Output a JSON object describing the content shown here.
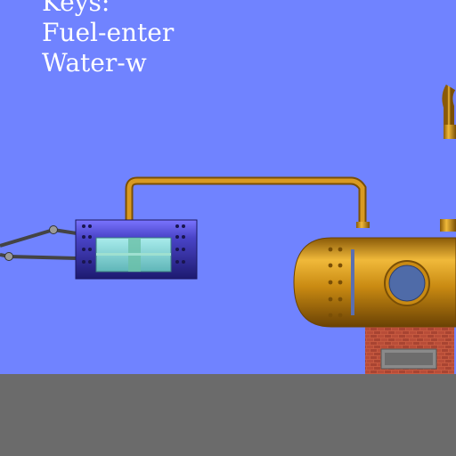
{
  "hud": {
    "keys_title": "Keys:",
    "fuel_key": "Fuel-enter",
    "water_key": "Water-w"
  },
  "colors": {
    "sky": "#7083ff",
    "ground": "#6b6b6b",
    "copper": "#c98a12",
    "cylinder": "#4a44c8",
    "water_glass": "#7fd3cf",
    "brick": "#b04a36"
  }
}
